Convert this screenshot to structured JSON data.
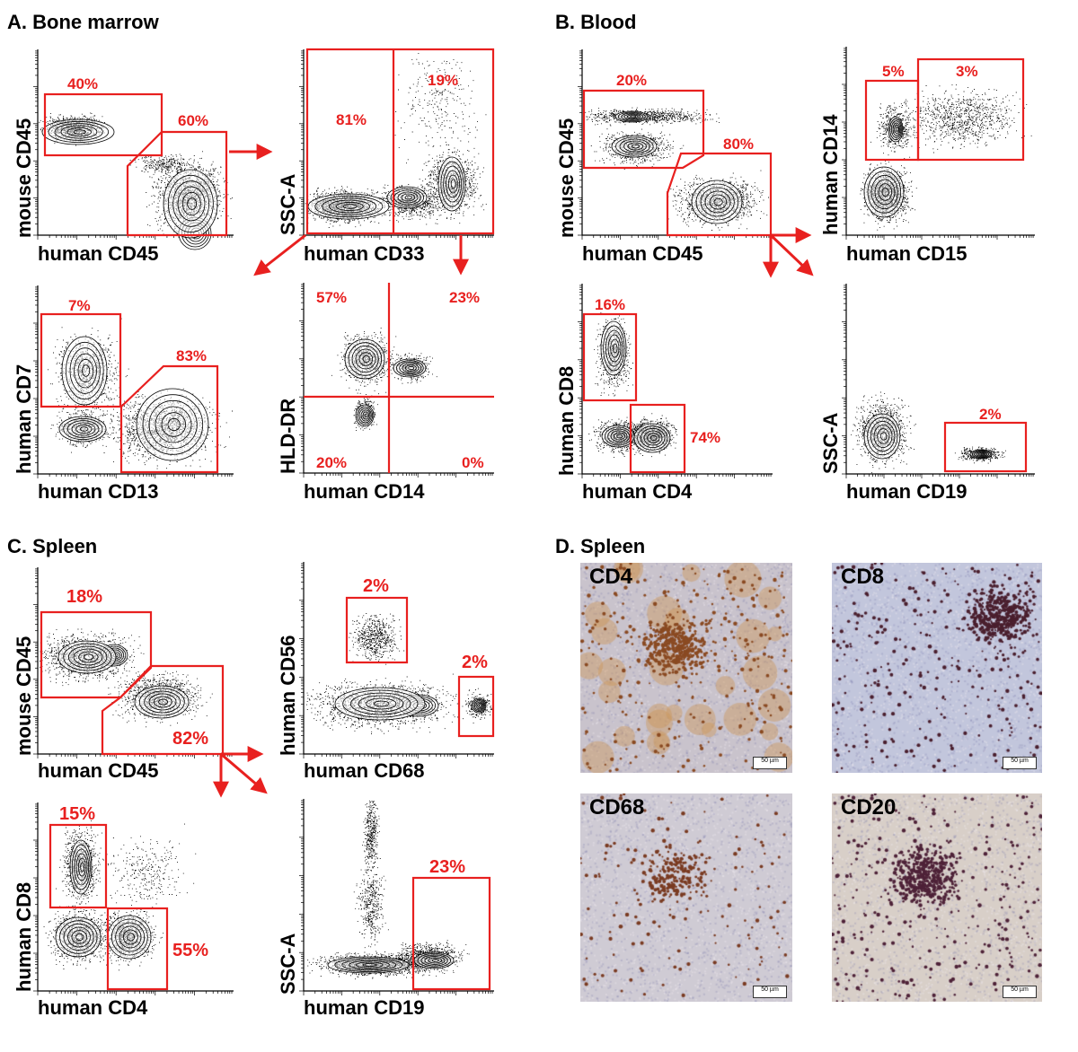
{
  "sections": {
    "a": "A. Bone marrow",
    "b": "B. Blood",
    "c": "C. Spleen",
    "d": "D. Spleen"
  },
  "plots": {
    "a1": {
      "ylabel": "mouse CD45",
      "xlabel": "human CD45",
      "gates": [
        "40%",
        "60%"
      ]
    },
    "a2": {
      "ylabel": "SSC-A",
      "xlabel": "human CD33",
      "gates": [
        "81%",
        "19%"
      ]
    },
    "a3": {
      "ylabel": "human CD7",
      "xlabel": "human CD13",
      "gates": [
        "7%",
        "83%"
      ]
    },
    "a4": {
      "ylabel": "HLD-DR",
      "xlabel": "human CD14",
      "gates": [
        "57%",
        "23%",
        "20%",
        "0%"
      ]
    },
    "b1": {
      "ylabel": "mouse CD45",
      "xlabel": "human CD45",
      "gates": [
        "20%",
        "80%"
      ]
    },
    "b2": {
      "ylabel": "human CD14",
      "xlabel": "human CD15",
      "gates": [
        "5%",
        "3%"
      ]
    },
    "b3": {
      "ylabel": "human CD8",
      "xlabel": "human CD4",
      "gates": [
        "16%",
        "74%"
      ]
    },
    "b4": {
      "ylabel": "SSC-A",
      "xlabel": "human CD19",
      "gates": [
        "2%"
      ]
    },
    "c1": {
      "ylabel": "mouse CD45",
      "xlabel": "human CD45",
      "gates": [
        "18%",
        "82%"
      ]
    },
    "c2": {
      "ylabel": "human CD56",
      "xlabel": "human CD68",
      "gates": [
        "2%",
        "2%"
      ]
    },
    "c3": {
      "ylabel": "human CD8",
      "xlabel": "human CD4",
      "gates": [
        "15%",
        "55%"
      ]
    },
    "c4": {
      "ylabel": "SSC-A",
      "xlabel": "human CD19",
      "gates": [
        "23%"
      ]
    }
  },
  "micrographs": [
    {
      "label": "CD4",
      "scale": "50 µm",
      "bg": "#c9c3cc",
      "stain": "#8a4a22"
    },
    {
      "label": "CD8",
      "scale": "50 µm",
      "bg": "#c2c6dc",
      "stain": "#4a1f2e"
    },
    {
      "label": "CD68",
      "scale": "50 µm",
      "bg": "#cfcbd4",
      "stain": "#7a3b22"
    },
    {
      "label": "CD20",
      "scale": "50 µm",
      "bg": "#d8cfc8",
      "stain": "#4e2238"
    }
  ],
  "colors": {
    "gate": "#e8201f",
    "ink": "#000000"
  }
}
